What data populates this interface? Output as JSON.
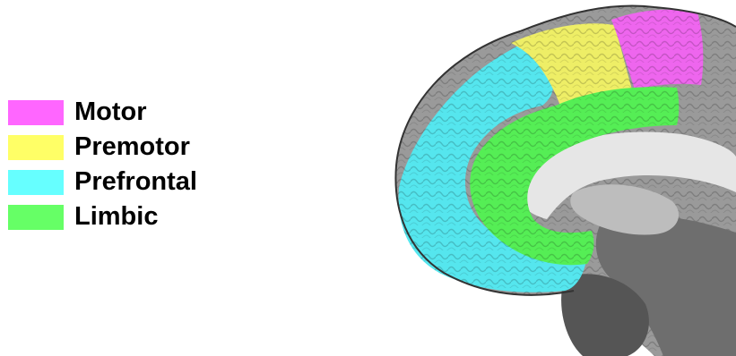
{
  "legend": {
    "items": [
      {
        "label": "Motor",
        "color": "#ff66ff"
      },
      {
        "label": "Premotor",
        "color": "#ffff66"
      },
      {
        "label": "Prefrontal",
        "color": "#66ffff"
      },
      {
        "label": "Limbic",
        "color": "#66ff66"
      }
    ]
  },
  "regions": {
    "motor": {
      "color": "#ee66ee"
    },
    "premotor": {
      "color": "#eeee66"
    },
    "prefrontal": {
      "color": "#55e6ee"
    },
    "limbic": {
      "color": "#55ee55"
    }
  }
}
